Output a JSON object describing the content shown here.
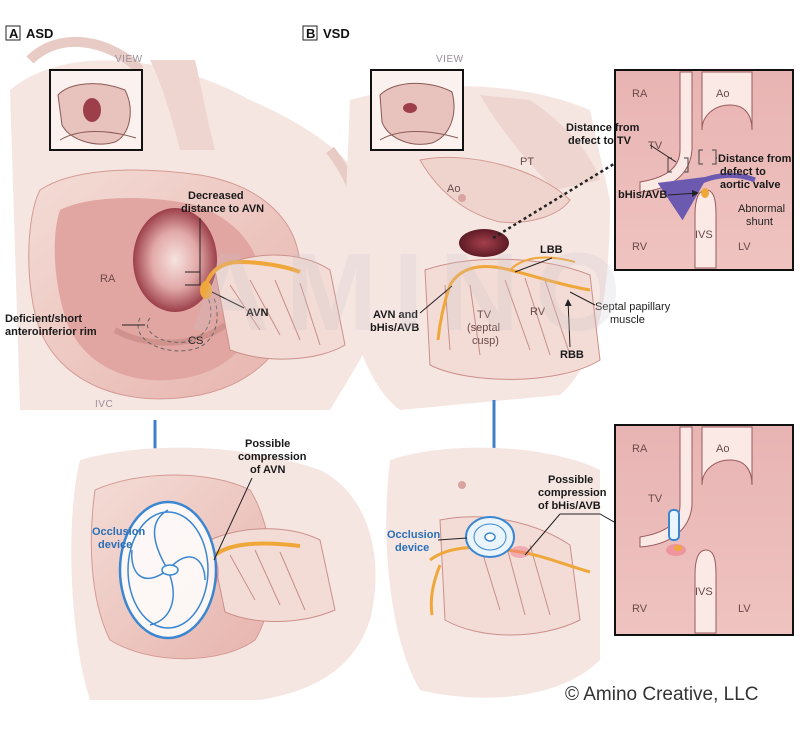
{
  "panel_a": {
    "letter": "A",
    "title": "ASD",
    "view": "VIEW",
    "labels": {
      "ra": "RA",
      "ivc": "IVC",
      "cs": "CS",
      "avn": "AVN",
      "decreased_1": "Decreased",
      "decreased_2": "distance to AVN",
      "rim_1": "Deficient/short",
      "rim_2": "anteroinferior rim",
      "compression_1": "Possible",
      "compression_2": "compression",
      "compression_3": "of AVN",
      "device_1": "Occlusion",
      "device_2": "device"
    }
  },
  "panel_b": {
    "letter": "B",
    "title": "VSD",
    "view": "VIEW",
    "labels": {
      "pt": "PT",
      "ao": "Ao",
      "lbb": "LBB",
      "rbb": "RBB",
      "rv": "RV",
      "tv_1": "TV",
      "tv_2": "(septal",
      "tv_3": "cusp)",
      "avn_1": "AVN and",
      "avn_2": "bHis/AVB",
      "papillary_1": "Septal papillary",
      "papillary_2": "muscle",
      "compression_1": "Possible",
      "compression_2": "compression",
      "compression_3": "of bHis/AVB",
      "device_1": "Occlusion",
      "device_2": "device"
    },
    "inset_top": {
      "ra": "RA",
      "ao": "Ao",
      "tv": "TV",
      "rv": "RV",
      "lv": "LV",
      "ivs": "IVS",
      "bhis": "bHis/AVB",
      "dist_tv_1": "Distance from",
      "dist_tv_2": "defect to TV",
      "dist_ao_1": "Distance from",
      "dist_ao_2": "defect to",
      "dist_ao_3": "aortic valve",
      "shunt_1": "Abnormal",
      "shunt_2": "shunt"
    },
    "inset_bottom": {
      "ra": "RA",
      "ao": "Ao",
      "tv": "TV",
      "rv": "RV",
      "lv": "LV",
      "ivs": "IVS"
    }
  },
  "watermark": "AMINO",
  "copyright": "© Amino Creative, LLC",
  "colors": {
    "tissue": "#f2d2cc",
    "tissue_dark": "#d9928f",
    "chamber": "#b9525a",
    "conduction": "#f0a73a",
    "device": "#3a86d1",
    "arrow": "#3f7fc9",
    "shunt": "#6b5ab0"
  }
}
